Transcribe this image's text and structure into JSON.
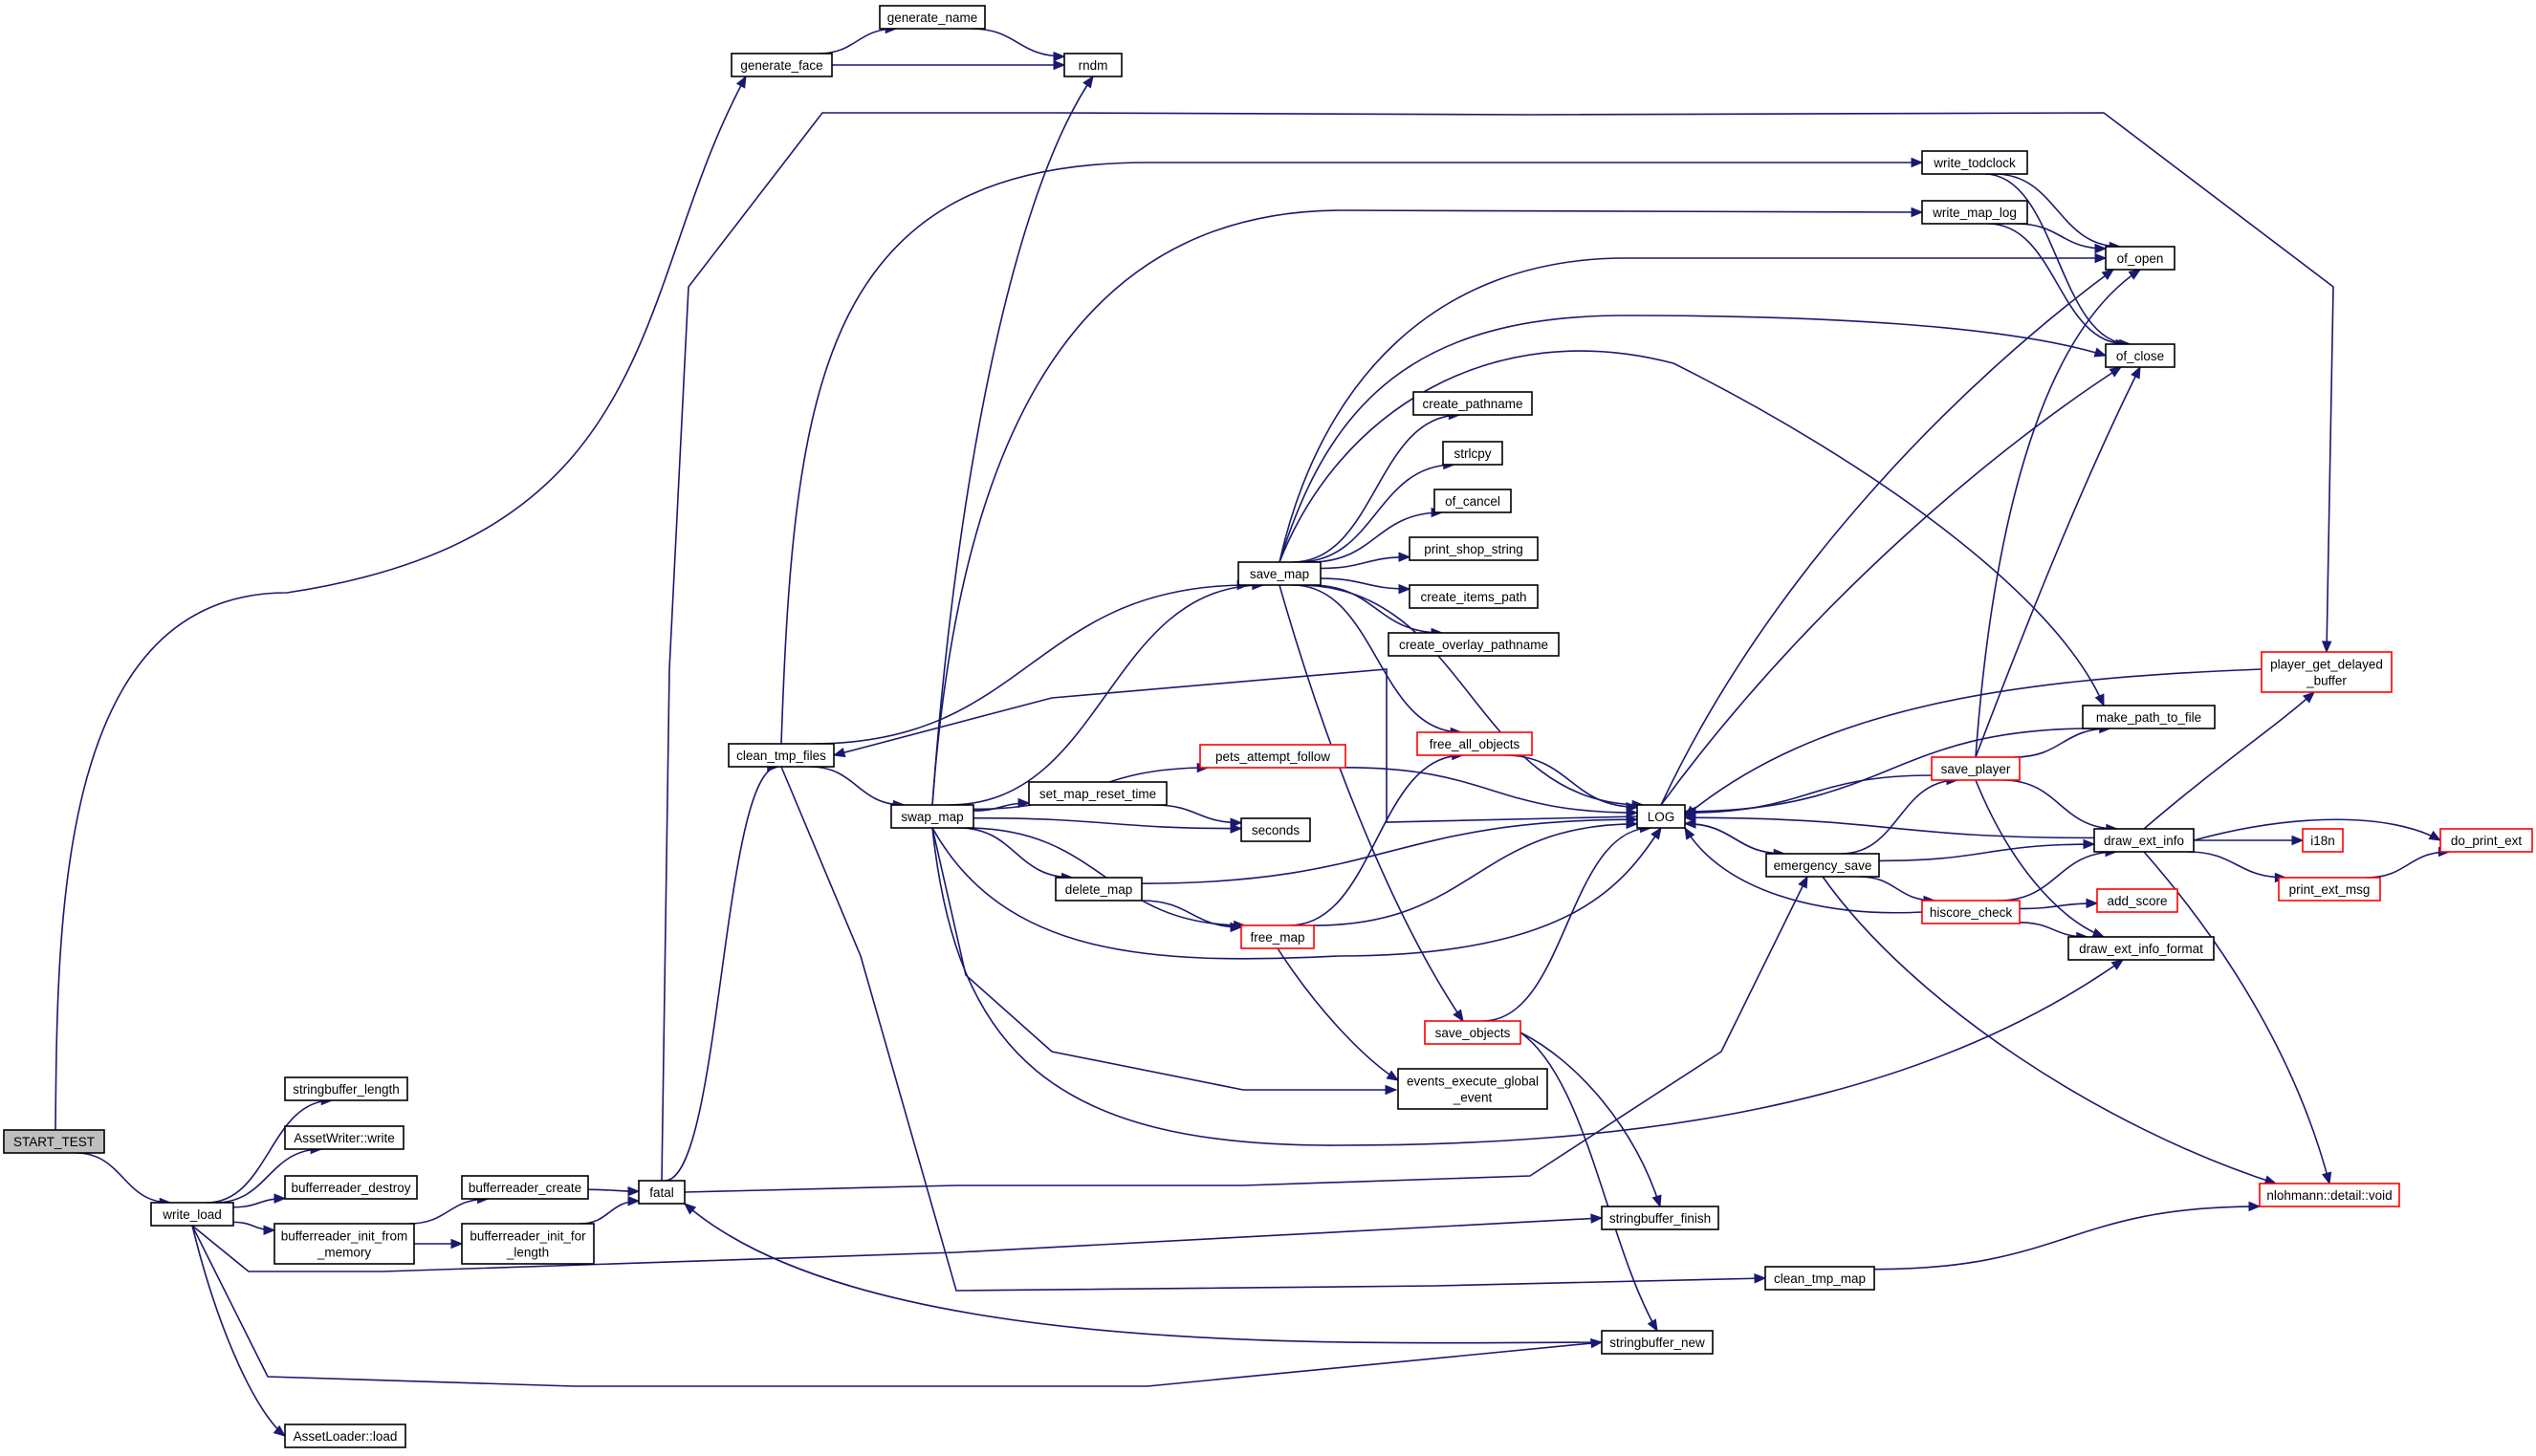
{
  "graph": {
    "colors": {
      "edge": "#191970",
      "node_border": "#000000",
      "truncated_border": "#ff0000",
      "root_fill": "#bfbfbf",
      "node_fill": "#ffffff"
    },
    "nodes": [
      {
        "id": "START_TEST",
        "lines": [
          "START_TEST"
        ],
        "root": true
      },
      {
        "id": "generate_face",
        "lines": [
          "generate_face"
        ]
      },
      {
        "id": "generate_name",
        "lines": [
          "generate_name"
        ]
      },
      {
        "id": "rndm",
        "lines": [
          "rndm"
        ]
      },
      {
        "id": "write_todclock",
        "lines": [
          "write_todclock"
        ]
      },
      {
        "id": "write_map_log",
        "lines": [
          "write_map_log"
        ]
      },
      {
        "id": "of_open",
        "lines": [
          "of_open"
        ]
      },
      {
        "id": "of_close",
        "lines": [
          "of_close"
        ]
      },
      {
        "id": "create_pathname",
        "lines": [
          "create_pathname"
        ]
      },
      {
        "id": "strlcpy",
        "lines": [
          "strlcpy"
        ]
      },
      {
        "id": "of_cancel",
        "lines": [
          "of_cancel"
        ]
      },
      {
        "id": "print_shop_string",
        "lines": [
          "print_shop_string"
        ]
      },
      {
        "id": "save_map",
        "lines": [
          "save_map"
        ]
      },
      {
        "id": "create_items_path",
        "lines": [
          "create_items_path"
        ]
      },
      {
        "id": "create_overlay_pathname",
        "lines": [
          "create_overlay_pathname"
        ]
      },
      {
        "id": "player_get_delayed_buffer",
        "lines": [
          "player_get_delayed",
          "_buffer"
        ],
        "truncated": true
      },
      {
        "id": "make_path_to_file",
        "lines": [
          "make_path_to_file"
        ]
      },
      {
        "id": "clean_tmp_files",
        "lines": [
          "clean_tmp_files"
        ]
      },
      {
        "id": "free_all_objects",
        "lines": [
          "free_all_objects"
        ],
        "truncated": true
      },
      {
        "id": "pets_attempt_follow",
        "lines": [
          "pets_attempt_follow"
        ],
        "truncated": true
      },
      {
        "id": "save_player",
        "lines": [
          "save_player"
        ],
        "truncated": true
      },
      {
        "id": "set_map_reset_time",
        "lines": [
          "set_map_reset_time"
        ]
      },
      {
        "id": "swap_map",
        "lines": [
          "swap_map"
        ]
      },
      {
        "id": "LOG",
        "lines": [
          "LOG"
        ]
      },
      {
        "id": "seconds",
        "lines": [
          "seconds"
        ]
      },
      {
        "id": "draw_ext_info",
        "lines": [
          "draw_ext_info"
        ]
      },
      {
        "id": "i18n",
        "lines": [
          "i18n"
        ],
        "truncated": true
      },
      {
        "id": "do_print_ext",
        "lines": [
          "do_print_ext"
        ],
        "truncated": true
      },
      {
        "id": "emergency_save",
        "lines": [
          "emergency_save"
        ]
      },
      {
        "id": "delete_map",
        "lines": [
          "delete_map"
        ]
      },
      {
        "id": "add_score",
        "lines": [
          "add_score"
        ],
        "truncated": true
      },
      {
        "id": "print_ext_msg",
        "lines": [
          "print_ext_msg"
        ],
        "truncated": true
      },
      {
        "id": "hiscore_check",
        "lines": [
          "hiscore_check"
        ],
        "truncated": true
      },
      {
        "id": "free_map",
        "lines": [
          "free_map"
        ],
        "truncated": true
      },
      {
        "id": "draw_ext_info_format",
        "lines": [
          "draw_ext_info_format"
        ]
      },
      {
        "id": "save_objects",
        "lines": [
          "save_objects"
        ],
        "truncated": true
      },
      {
        "id": "events_execute_global_event",
        "lines": [
          "events_execute_global",
          "_event"
        ]
      },
      {
        "id": "stringbuffer_length",
        "lines": [
          "stringbuffer_length"
        ]
      },
      {
        "id": "AssetWriter_write",
        "lines": [
          "AssetWriter::write"
        ]
      },
      {
        "id": "bufferreader_destroy",
        "lines": [
          "bufferreader_destroy"
        ]
      },
      {
        "id": "bufferreader_create",
        "lines": [
          "bufferreader_create"
        ]
      },
      {
        "id": "fatal",
        "lines": [
          "fatal"
        ]
      },
      {
        "id": "nlohmann_detail_void",
        "lines": [
          "nlohmann::detail::void"
        ],
        "truncated": true
      },
      {
        "id": "write_load",
        "lines": [
          "write_load"
        ]
      },
      {
        "id": "bufferreader_init_from_memory",
        "lines": [
          "bufferreader_init_from",
          "_memory"
        ]
      },
      {
        "id": "bufferreader_init_for_length",
        "lines": [
          "bufferreader_init_for",
          "_length"
        ]
      },
      {
        "id": "stringbuffer_finish",
        "lines": [
          "stringbuffer_finish"
        ]
      },
      {
        "id": "clean_tmp_map",
        "lines": [
          "clean_tmp_map"
        ]
      },
      {
        "id": "stringbuffer_new",
        "lines": [
          "stringbuffer_new"
        ]
      },
      {
        "id": "AssetLoader_load",
        "lines": [
          "AssetLoader::load"
        ]
      }
    ],
    "edges": [
      [
        "START_TEST",
        "generate_face"
      ],
      [
        "START_TEST",
        "write_load"
      ],
      [
        "generate_face",
        "generate_name"
      ],
      [
        "generate_face",
        "rndm"
      ],
      [
        "generate_name",
        "rndm"
      ],
      [
        "write_load",
        "stringbuffer_length"
      ],
      [
        "write_load",
        "AssetWriter_write"
      ],
      [
        "write_load",
        "bufferreader_destroy"
      ],
      [
        "write_load",
        "bufferreader_init_from_memory"
      ],
      [
        "write_load",
        "stringbuffer_finish"
      ],
      [
        "write_load",
        "stringbuffer_new"
      ],
      [
        "write_load",
        "AssetLoader_load"
      ],
      [
        "bufferreader_init_from_memory",
        "bufferreader_create"
      ],
      [
        "bufferreader_init_from_memory",
        "bufferreader_init_for_length"
      ],
      [
        "bufferreader_create",
        "fatal"
      ],
      [
        "bufferreader_init_for_length",
        "fatal"
      ],
      [
        "fatal",
        "clean_tmp_files"
      ],
      [
        "fatal",
        "emergency_save"
      ],
      [
        "fatal",
        "player_get_delayed_buffer"
      ],
      [
        "stringbuffer_new",
        "fatal"
      ],
      [
        "clean_tmp_files",
        "swap_map"
      ],
      [
        "clean_tmp_files",
        "write_todclock"
      ],
      [
        "clean_tmp_files",
        "save_map"
      ],
      [
        "clean_tmp_files",
        "clean_tmp_map"
      ],
      [
        "swap_map",
        "rndm"
      ],
      [
        "swap_map",
        "write_map_log"
      ],
      [
        "swap_map",
        "save_map"
      ],
      [
        "swap_map",
        "pets_attempt_follow"
      ],
      [
        "swap_map",
        "set_map_reset_time"
      ],
      [
        "swap_map",
        "seconds"
      ],
      [
        "swap_map",
        "LOG"
      ],
      [
        "swap_map",
        "delete_map"
      ],
      [
        "swap_map",
        "free_map"
      ],
      [
        "swap_map",
        "events_execute_global_event"
      ],
      [
        "swap_map",
        "draw_ext_info_format"
      ],
      [
        "set_map_reset_time",
        "seconds"
      ],
      [
        "pets_attempt_follow",
        "LOG"
      ],
      [
        "delete_map",
        "LOG"
      ],
      [
        "delete_map",
        "free_map"
      ],
      [
        "free_map",
        "free_all_objects"
      ],
      [
        "free_map",
        "LOG"
      ],
      [
        "free_map",
        "events_execute_global_event"
      ],
      [
        "free_all_objects",
        "LOG"
      ],
      [
        "save_map",
        "of_open"
      ],
      [
        "save_map",
        "of_close"
      ],
      [
        "save_map",
        "make_path_to_file"
      ],
      [
        "save_map",
        "create_pathname"
      ],
      [
        "save_map",
        "strlcpy"
      ],
      [
        "save_map",
        "of_cancel"
      ],
      [
        "save_map",
        "print_shop_string"
      ],
      [
        "save_map",
        "create_items_path"
      ],
      [
        "save_map",
        "create_overlay_pathname"
      ],
      [
        "save_map",
        "free_all_objects"
      ],
      [
        "save_map",
        "LOG"
      ],
      [
        "save_map",
        "save_objects"
      ],
      [
        "save_objects",
        "LOG"
      ],
      [
        "save_objects",
        "stringbuffer_finish"
      ],
      [
        "save_objects",
        "stringbuffer_new"
      ],
      [
        "write_todclock",
        "of_open"
      ],
      [
        "write_todclock",
        "of_close"
      ],
      [
        "write_map_log",
        "of_open"
      ],
      [
        "write_map_log",
        "of_close"
      ],
      [
        "LOG",
        "clean_tmp_files"
      ],
      [
        "LOG",
        "emergency_save"
      ],
      [
        "LOG",
        "of_open"
      ],
      [
        "LOG",
        "of_close"
      ],
      [
        "emergency_save",
        "LOG"
      ],
      [
        "emergency_save",
        "save_player"
      ],
      [
        "emergency_save",
        "draw_ext_info"
      ],
      [
        "emergency_save",
        "hiscore_check"
      ],
      [
        "emergency_save",
        "nlohmann_detail_void"
      ],
      [
        "save_player",
        "LOG"
      ],
      [
        "save_player",
        "of_open"
      ],
      [
        "save_player",
        "of_close"
      ],
      [
        "save_player",
        "make_path_to_file"
      ],
      [
        "save_player",
        "draw_ext_info"
      ],
      [
        "save_player",
        "draw_ext_info_format"
      ],
      [
        "make_path_to_file",
        "LOG"
      ],
      [
        "player_get_delayed_buffer",
        "LOG"
      ],
      [
        "hiscore_check",
        "LOG"
      ],
      [
        "hiscore_check",
        "draw_ext_info"
      ],
      [
        "hiscore_check",
        "add_score"
      ],
      [
        "hiscore_check",
        "draw_ext_info_format"
      ],
      [
        "draw_ext_info",
        "LOG"
      ],
      [
        "draw_ext_info",
        "player_get_delayed_buffer"
      ],
      [
        "draw_ext_info",
        "i18n"
      ],
      [
        "draw_ext_info",
        "do_print_ext"
      ],
      [
        "draw_ext_info",
        "print_ext_msg"
      ],
      [
        "draw_ext_info",
        "nlohmann_detail_void"
      ],
      [
        "print_ext_msg",
        "do_print_ext"
      ],
      [
        "clean_tmp_map",
        "nlohmann_detail_void"
      ]
    ]
  }
}
